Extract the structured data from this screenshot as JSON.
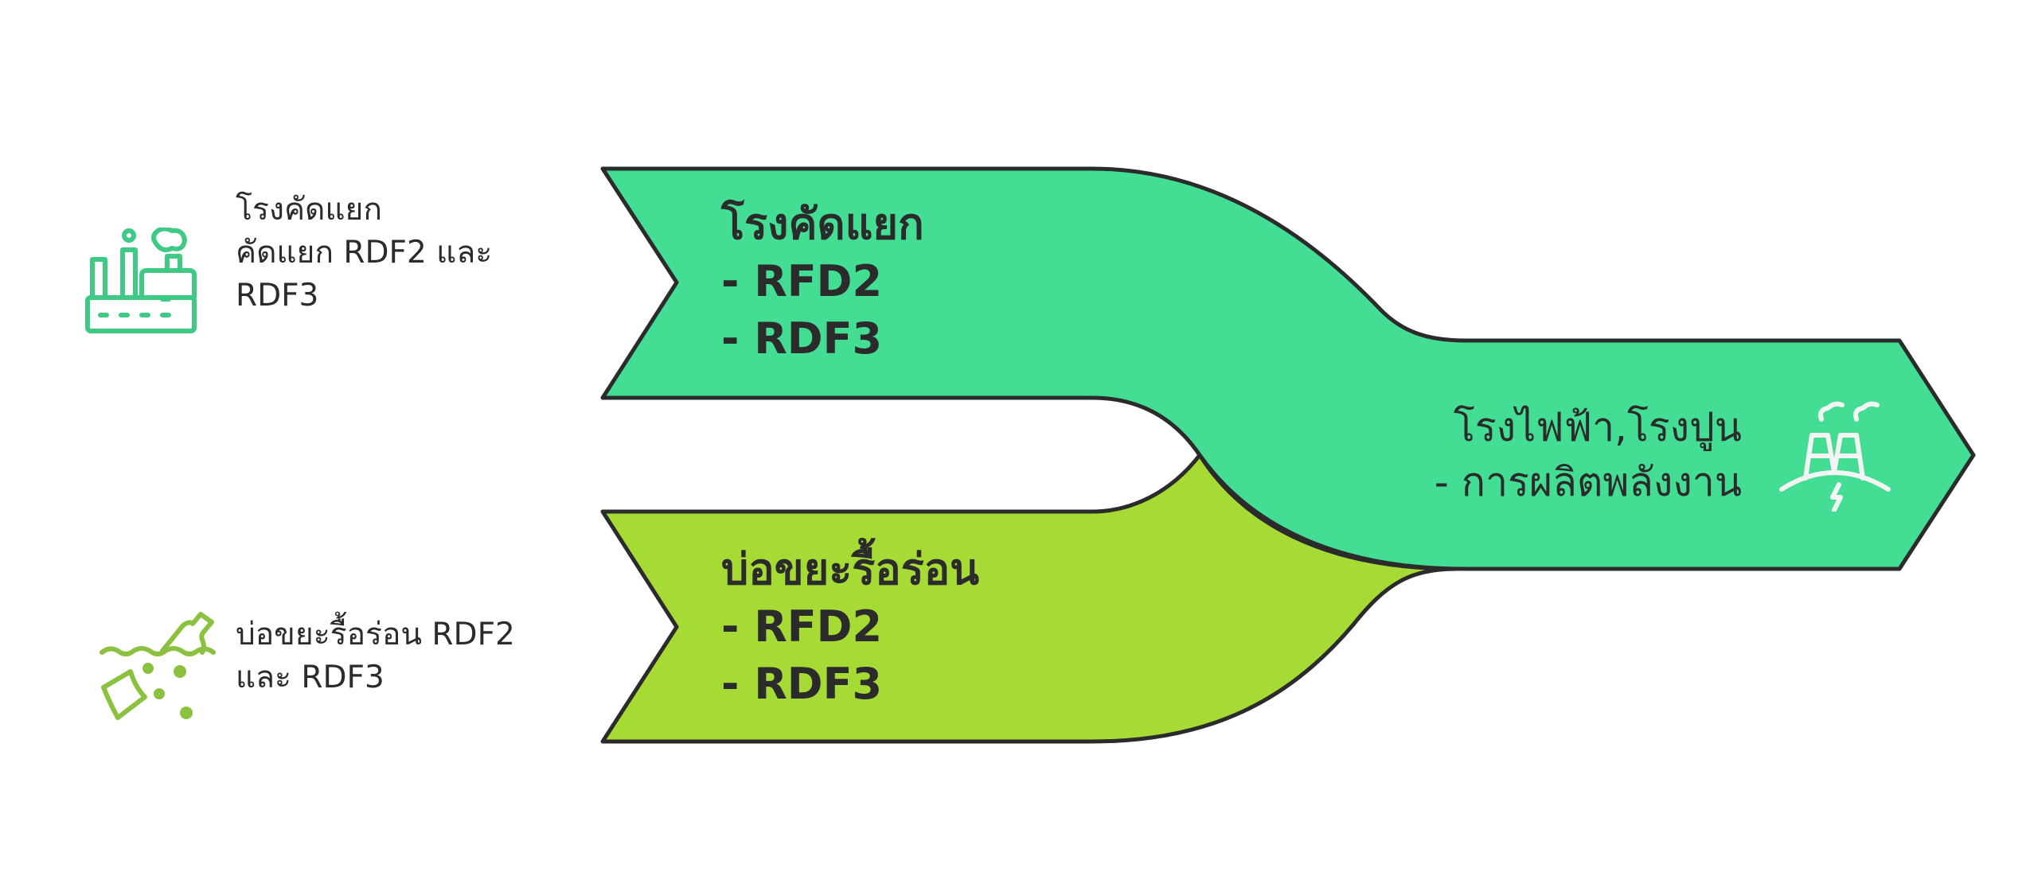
{
  "colors": {
    "sorting_plant": "#44DD94",
    "landfill": "#A6DB36",
    "destination": "#44DD94",
    "outline": "#2b2b2b",
    "factory_icon": "#3EC985",
    "landfill_icon": "#8CC13F",
    "destination_icon": "#F4F4F4",
    "text": "#2b2b2b"
  },
  "legend": {
    "sorting_plant": {
      "icon": "factory-icon",
      "lines": [
        "โรงคัดแยก",
        "คัดแยก RDF2 และ",
        "RDF3"
      ]
    },
    "landfill": {
      "icon": "landfill-waste-icon",
      "lines": [
        "บ่อขยะรื้อร่อน RDF2",
        "และ RDF3"
      ]
    }
  },
  "flow": {
    "inputs": [
      {
        "title": "โรงคัดแยก",
        "items": [
          "- RFD2",
          "- RDF3"
        ]
      },
      {
        "title": "บ่อขยะรื้อร่อน",
        "items": [
          "- RFD2",
          "- RDF3"
        ]
      }
    ],
    "output": {
      "icon": "power-plant-icon",
      "lines": [
        "โรงไฟฟ้า,โรงปูน",
        "- การผลิตพลังงาน"
      ]
    }
  }
}
